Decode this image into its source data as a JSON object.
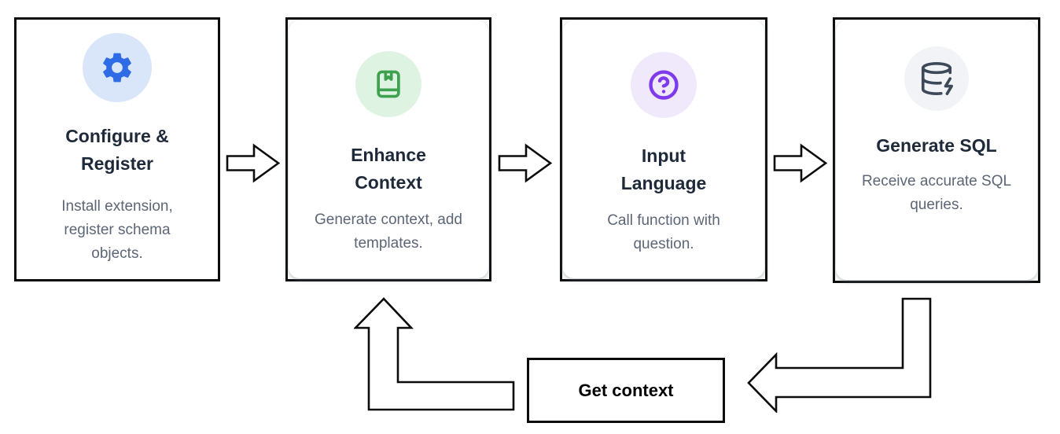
{
  "diagram": {
    "loop_label": "Get context",
    "colors": {
      "card_border": "#0c0c0c",
      "title": "#1e2939",
      "description": "#5c6676",
      "background": "#ffffff"
    },
    "cards": [
      {
        "title_lines": [
          "Configure &",
          "Register"
        ],
        "description": "Install extension, register schema objects.",
        "icon": "gear-icon",
        "icon_color": "#2e6be5",
        "icon_bg": "#d9e6fa"
      },
      {
        "title_lines": [
          "Enhance",
          "Context"
        ],
        "description": "Generate context, add templates.",
        "icon": "book-bookmark-icon",
        "icon_color": "#3da14d",
        "icon_bg": "#dff3e3"
      },
      {
        "title_lines": [
          "Input",
          "Language"
        ],
        "description": "Call function with question.",
        "icon": "question-circle-icon",
        "icon_color": "#7e3bec",
        "icon_bg": "#f0e9fc"
      },
      {
        "title_lines": [
          "Generate SQL"
        ],
        "description": "Receive accurate SQL queries.",
        "icon": "database-zap-icon",
        "icon_color": "#3d4959",
        "icon_bg": "#f1f3f6"
      }
    ]
  }
}
